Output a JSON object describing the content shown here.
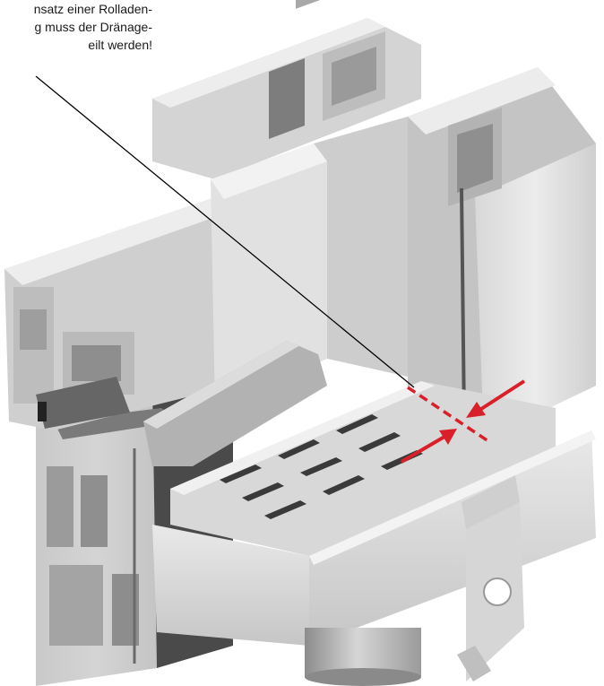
{
  "annotation": {
    "text": "nsatz einer Rolladen-\ng muss der Dränage-\neilt werden!"
  },
  "colors": {
    "background": "#ffffff",
    "profile_light": "#e6e6e6",
    "profile_mid": "#c9c9c9",
    "profile_dark": "#9a9a9a",
    "profile_shadow": "#5a5a5a",
    "leader_line": "#000000",
    "marker_red": "#d9202a"
  },
  "figure": {
    "subject": "window-profile-cross-section-with-drainage-rail",
    "markers": [
      "red-dashed-cut-line",
      "red-arrow-left",
      "red-arrow-right"
    ]
  }
}
